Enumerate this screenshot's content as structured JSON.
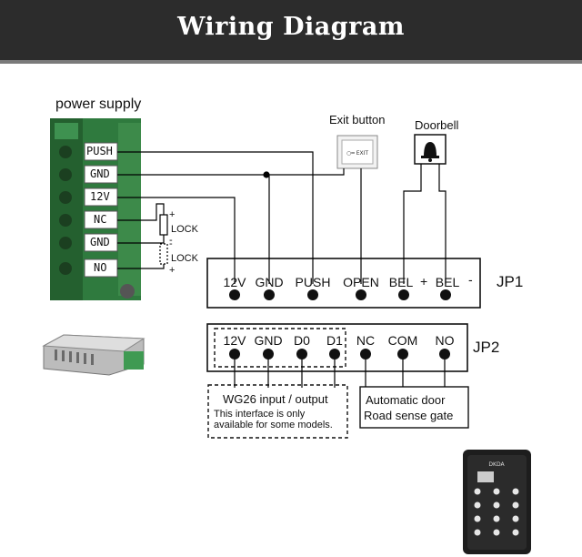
{
  "title": "Wiring Diagram",
  "power_supply": {
    "label": "power supply",
    "pins": [
      "PUSH",
      "GND",
      "12V",
      "NC",
      "GND",
      "NO"
    ],
    "lock_labels": [
      "LOCK",
      "LOCK"
    ],
    "lock_signs": [
      "+",
      "-",
      "-",
      "+"
    ]
  },
  "exit_button": {
    "label": "Exit button"
  },
  "doorbell": {
    "label": "Doorbell"
  },
  "jp1": {
    "name": "JP1",
    "terminals": [
      "12V",
      "GND",
      "PUSH",
      "OPEN",
      "BEL",
      "BEL"
    ],
    "signs": [
      "+",
      "-"
    ]
  },
  "jp2": {
    "name": "JP2",
    "terminals": [
      "12V",
      "GND",
      "D0",
      "D1",
      "NC",
      "COM",
      "NO"
    ]
  },
  "wg26_box": {
    "title": "WG26 input / output",
    "note_line1": "This interface is only",
    "note_line2": "available for some models."
  },
  "auto_door_box": {
    "line1": "Automatic door",
    "line2": "Road sense gate"
  },
  "colors": {
    "banner": "#2c2c2c",
    "board_green": "#2f7a3e",
    "wire": "#000000"
  }
}
